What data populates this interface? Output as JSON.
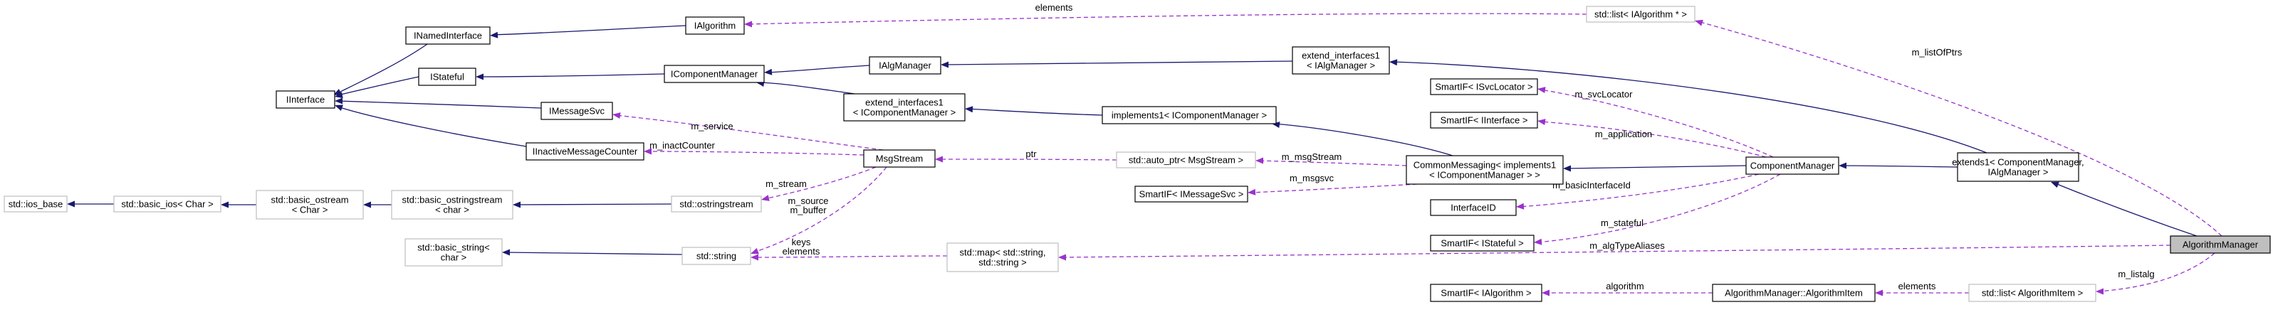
{
  "nodes": [
    {
      "id": "INamedInterface",
      "lines": [
        "INamedInterface"
      ]
    },
    {
      "id": "IAlgorithm",
      "lines": [
        "IAlgorithm"
      ]
    },
    {
      "id": "IInterface",
      "lines": [
        "IInterface"
      ]
    },
    {
      "id": "IStateful",
      "lines": [
        "IStateful"
      ]
    },
    {
      "id": "IComponentManager",
      "lines": [
        "IComponentManager"
      ]
    },
    {
      "id": "IAlgManager",
      "lines": [
        "IAlgManager"
      ]
    },
    {
      "id": "extend_interfaces1_IAlgManager",
      "lines": [
        "extend_interfaces1",
        "< IAlgManager >"
      ]
    },
    {
      "id": "stdlist_IAlgorithm",
      "lines": [
        "std::list< IAlgorithm * >"
      ],
      "external": true
    },
    {
      "id": "extend_interfaces1_IComponentManager",
      "lines": [
        "extend_interfaces1",
        "< IComponentManager >"
      ]
    },
    {
      "id": "IMessageSvc",
      "lines": [
        "IMessageSvc"
      ]
    },
    {
      "id": "implements1_IComponentManager",
      "lines": [
        "implements1< IComponentManager >"
      ]
    },
    {
      "id": "SmartIF_ISvcLocator",
      "lines": [
        "SmartIF< ISvcLocator >"
      ]
    },
    {
      "id": "SmartIF_IInterface",
      "lines": [
        "SmartIF< IInterface >"
      ]
    },
    {
      "id": "IInactiveMessageCounter",
      "lines": [
        "IInactiveMessageCounter"
      ]
    },
    {
      "id": "MsgStream",
      "lines": [
        "MsgStream"
      ]
    },
    {
      "id": "auto_ptr_MsgStream",
      "lines": [
        "std::auto_ptr< MsgStream >"
      ],
      "external": true
    },
    {
      "id": "CommonMessaging",
      "lines": [
        "CommonMessaging< implements1",
        "< IComponentManager > >"
      ]
    },
    {
      "id": "ComponentManager",
      "lines": [
        "ComponentManager"
      ]
    },
    {
      "id": "extends1_ComponentManager",
      "lines": [
        "extends1< ComponentManager,",
        "IAlgManager >"
      ]
    },
    {
      "id": "ios_base",
      "lines": [
        "std::ios_base"
      ],
      "external": true
    },
    {
      "id": "basic_ios",
      "lines": [
        "std::basic_ios< Char >"
      ],
      "external": true
    },
    {
      "id": "basic_ostream",
      "lines": [
        "std::basic_ostream",
        "< Char >"
      ],
      "external": true
    },
    {
      "id": "basic_ostringstream",
      "lines": [
        "std::basic_ostringstream",
        "< char >"
      ],
      "external": true
    },
    {
      "id": "ostringstream",
      "lines": [
        "std::ostringstream"
      ],
      "external": true
    },
    {
      "id": "SmartIF_IMessageSvc",
      "lines": [
        "SmartIF< IMessageSvc >"
      ]
    },
    {
      "id": "InterfaceID",
      "lines": [
        "InterfaceID"
      ]
    },
    {
      "id": "SmartIF_IStateful",
      "lines": [
        "SmartIF< IStateful >"
      ]
    },
    {
      "id": "basic_string",
      "lines": [
        "std::basic_string<",
        "char >"
      ],
      "external": true
    },
    {
      "id": "std_string",
      "lines": [
        "std::string"
      ],
      "external": true
    },
    {
      "id": "std_map",
      "lines": [
        "std::map< std::string,",
        "std::string >"
      ],
      "external": true
    },
    {
      "id": "AlgorithmManager",
      "lines": [
        "AlgorithmManager"
      ],
      "focus": true
    },
    {
      "id": "SmartIF_IAlgorithm",
      "lines": [
        "SmartIF< IAlgorithm >"
      ]
    },
    {
      "id": "AlgorithmItem",
      "lines": [
        "AlgorithmManager::AlgorithmItem"
      ]
    },
    {
      "id": "stdlist_AlgorithmItem",
      "lines": [
        "std::list< AlgorithmItem >"
      ],
      "external": true
    }
  ],
  "edges": [
    {
      "id": "INamedInterface__IInterface",
      "from": "INamedInterface",
      "to": "IInterface",
      "kind": "inherit"
    },
    {
      "id": "IStateful__IInterface",
      "from": "IStateful",
      "to": "IInterface",
      "kind": "inherit"
    },
    {
      "id": "IMessageSvc__IInterface",
      "from": "IMessageSvc",
      "to": "IInterface",
      "kind": "inherit"
    },
    {
      "id": "IInactiveMessageCounter__IInterface",
      "from": "IInactiveMessageCounter",
      "to": "IInterface",
      "kind": "inherit"
    },
    {
      "id": "IAlgorithm__INamedInterface",
      "from": "IAlgorithm",
      "to": "INamedInterface",
      "kind": "inherit"
    },
    {
      "id": "IComponentManager__IStateful",
      "from": "IComponentManager",
      "to": "IStateful",
      "kind": "inherit"
    },
    {
      "id": "IAlgManager__IComponentManager",
      "from": "IAlgManager",
      "to": "IComponentManager",
      "kind": "inherit"
    },
    {
      "id": "extend_interfaces1_IComponentManager__IComponentManager",
      "from": "extend_interfaces1_IComponentManager",
      "to": "IComponentManager",
      "kind": "inherit"
    },
    {
      "id": "extend_interfaces1_IAlgManager__IAlgManager",
      "from": "extend_interfaces1_IAlgManager",
      "to": "IAlgManager",
      "kind": "inherit"
    },
    {
      "id": "implements1__extend_interfaces1_IComponentManager",
      "from": "implements1_IComponentManager",
      "to": "extend_interfaces1_IComponentManager",
      "kind": "inherit"
    },
    {
      "id": "CommonMessaging__implements1",
      "from": "CommonMessaging",
      "to": "implements1_IComponentManager",
      "kind": "inherit"
    },
    {
      "id": "ComponentManager__CommonMessaging",
      "from": "ComponentManager",
      "to": "CommonMessaging",
      "kind": "inherit"
    },
    {
      "id": "extends1__ComponentManager",
      "from": "extends1_ComponentManager",
      "to": "ComponentManager",
      "kind": "inherit"
    },
    {
      "id": "extends1__extend_interfaces1_IAlgManager",
      "from": "extends1_ComponentManager",
      "to": "extend_interfaces1_IAlgManager",
      "kind": "inherit"
    },
    {
      "id": "AlgorithmManager__extends1",
      "from": "AlgorithmManager",
      "to": "extends1_ComponentManager",
      "kind": "inherit"
    },
    {
      "id": "basic_ios__ios_base",
      "from": "basic_ios",
      "to": "ios_base",
      "kind": "inherit"
    },
    {
      "id": "basic_ostream__basic_ios",
      "from": "basic_ostream",
      "to": "basic_ios",
      "kind": "inherit"
    },
    {
      "id": "basic_ostringstream__basic_ostream",
      "from": "basic_ostringstream",
      "to": "basic_ostream",
      "kind": "inherit"
    },
    {
      "id": "ostringstream__basic_ostringstream",
      "from": "ostringstream",
      "to": "basic_ostringstream",
      "kind": "inherit"
    },
    {
      "id": "std_string__basic_string",
      "from": "std_string",
      "to": "basic_string",
      "kind": "inherit"
    },
    {
      "id": "stdlist_IAlgorithm__IAlgorithm",
      "from": "stdlist_IAlgorithm",
      "to": "IAlgorithm",
      "kind": "use",
      "label": "elements"
    },
    {
      "id": "AlgorithmManager__stdlist_IAlgorithm",
      "from": "AlgorithmManager",
      "to": "stdlist_IAlgorithm",
      "kind": "use",
      "label": "m_listOfPtrs"
    },
    {
      "id": "MsgStream__IMessageSvc",
      "from": "MsgStream",
      "to": "IMessageSvc",
      "kind": "use",
      "label": "m_service"
    },
    {
      "id": "MsgStream__IInactiveMessageCounter",
      "from": "MsgStream",
      "to": "IInactiveMessageCounter",
      "kind": "use",
      "label": "m_inactCounter"
    },
    {
      "id": "auto_ptr__MsgStream",
      "from": "auto_ptr_MsgStream",
      "to": "MsgStream",
      "kind": "use",
      "label": "ptr"
    },
    {
      "id": "CommonMessaging__auto_ptr",
      "from": "CommonMessaging",
      "to": "auto_ptr_MsgStream",
      "kind": "use",
      "label": "m_msgStream"
    },
    {
      "id": "CommonMessaging__SmartIF_IMessageSvc",
      "from": "CommonMessaging",
      "to": "SmartIF_IMessageSvc",
      "kind": "use",
      "label": "m_msgsvc"
    },
    {
      "id": "MsgStream__ostringstream",
      "from": "MsgStream",
      "to": "ostringstream",
      "kind": "use",
      "label": "m_stream"
    },
    {
      "id": "MsgStream__std_string",
      "from": "MsgStream",
      "to": "std_string",
      "kind": "use",
      "label": "m_source\nm_buffer"
    },
    {
      "id": "ComponentManager__SmartIF_ISvcLocator",
      "from": "ComponentManager",
      "to": "SmartIF_ISvcLocator",
      "kind": "use",
      "label": "m_svcLocator"
    },
    {
      "id": "ComponentManager__SmartIF_IInterface",
      "from": "ComponentManager",
      "to": "SmartIF_IInterface",
      "kind": "use",
      "label": "m_application"
    },
    {
      "id": "ComponentManager__InterfaceID",
      "from": "ComponentManager",
      "to": "InterfaceID",
      "kind": "use",
      "label": "m_basicInterfaceId"
    },
    {
      "id": "ComponentManager__SmartIF_IStateful",
      "from": "ComponentManager",
      "to": "SmartIF_IStateful",
      "kind": "use",
      "label": "m_stateful"
    },
    {
      "id": "std_map__std_string",
      "from": "std_map",
      "to": "std_string",
      "kind": "use",
      "label": "keys\nelements"
    },
    {
      "id": "AlgorithmManager__std_map",
      "from": "AlgorithmManager",
      "to": "std_map",
      "kind": "use",
      "label": "m_algTypeAliases"
    },
    {
      "id": "AlgorithmItem__SmartIF_IAlgorithm",
      "from": "AlgorithmItem",
      "to": "SmartIF_IAlgorithm",
      "kind": "use",
      "label": "algorithm"
    },
    {
      "id": "stdlist_AlgorithmItem__AlgorithmItem",
      "from": "stdlist_AlgorithmItem",
      "to": "AlgorithmItem",
      "kind": "use",
      "label": "elements"
    },
    {
      "id": "AlgorithmManager__stdlist_AlgorithmItem",
      "from": "AlgorithmManager",
      "to": "stdlist_AlgorithmItem",
      "kind": "use",
      "label": "m_listalg"
    }
  ],
  "colors": {
    "inheritance": "#191970",
    "usage": "#9a32cd",
    "focus_fill": "#bfbfbf",
    "external_border": "#bfbfbf",
    "node_border": "#000000",
    "background": "#ffffff"
  }
}
